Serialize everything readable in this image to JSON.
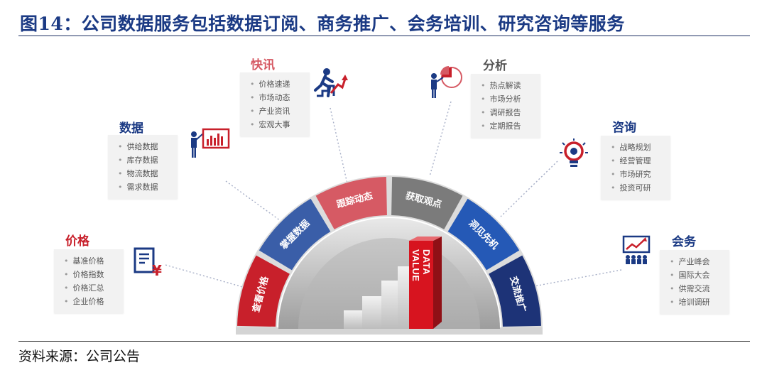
{
  "header": {
    "title": "图14：公司数据服务包括数据订阅、商务推广、会务培训、研究咨询等服务"
  },
  "footer": {
    "source": "资料来源：公司公告"
  },
  "center": {
    "text_line1": "DATA",
    "text_line2": "VALUE"
  },
  "arc_segments": [
    {
      "label": "查看价格",
      "color": "#c8202b"
    },
    {
      "label": "掌握数据",
      "color": "#3a5ea8"
    },
    {
      "label": "跟踪动态",
      "color": "#d65a64"
    },
    {
      "label": "获取观点",
      "color": "#7b7b7b"
    },
    {
      "label": "洞见先机",
      "color": "#2559b6"
    },
    {
      "label": "交流推广",
      "color": "#1d3377"
    }
  ],
  "categories": [
    {
      "title": "价格",
      "title_color": "#c8202b",
      "icon": "price-doc-yen-icon",
      "items": [
        "基准价格",
        "价格指数",
        "价格汇总",
        "企业价格"
      ]
    },
    {
      "title": "数据",
      "title_color": "#1b3a84",
      "icon": "presenter-chart-icon",
      "items": [
        "供给数据",
        "库存数据",
        "物流数据",
        "需求数据"
      ]
    },
    {
      "title": "快讯",
      "title_color": "#d65a64",
      "icon": "runner-stairs-icon",
      "items": [
        "价格速递",
        "市场动态",
        "产业资讯",
        "宏观大事"
      ]
    },
    {
      "title": "分析",
      "title_color": "#555555",
      "icon": "presenter-pie-icon",
      "items": [
        "热点解读",
        "市场分析",
        "调研报告",
        "定期报告"
      ]
    },
    {
      "title": "咨询",
      "title_color": "#1b3a84",
      "icon": "lightbulb-icon",
      "items": [
        "战略规划",
        "经营管理",
        "市场研究",
        "投资可研"
      ]
    },
    {
      "title": "会务",
      "title_color": "#1b3a84",
      "icon": "meeting-board-icon",
      "items": [
        "产业峰会",
        "国际大会",
        "供需交流",
        "培训调研"
      ]
    }
  ]
}
